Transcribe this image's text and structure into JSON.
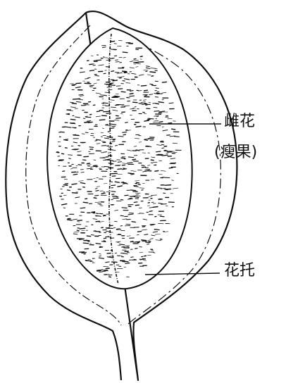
{
  "labels": {
    "female_flower": "雌花",
    "achene": "(瘦果)",
    "receptacle": "花托"
  },
  "colors": {
    "ink": "#111111",
    "background": "#ffffff"
  }
}
